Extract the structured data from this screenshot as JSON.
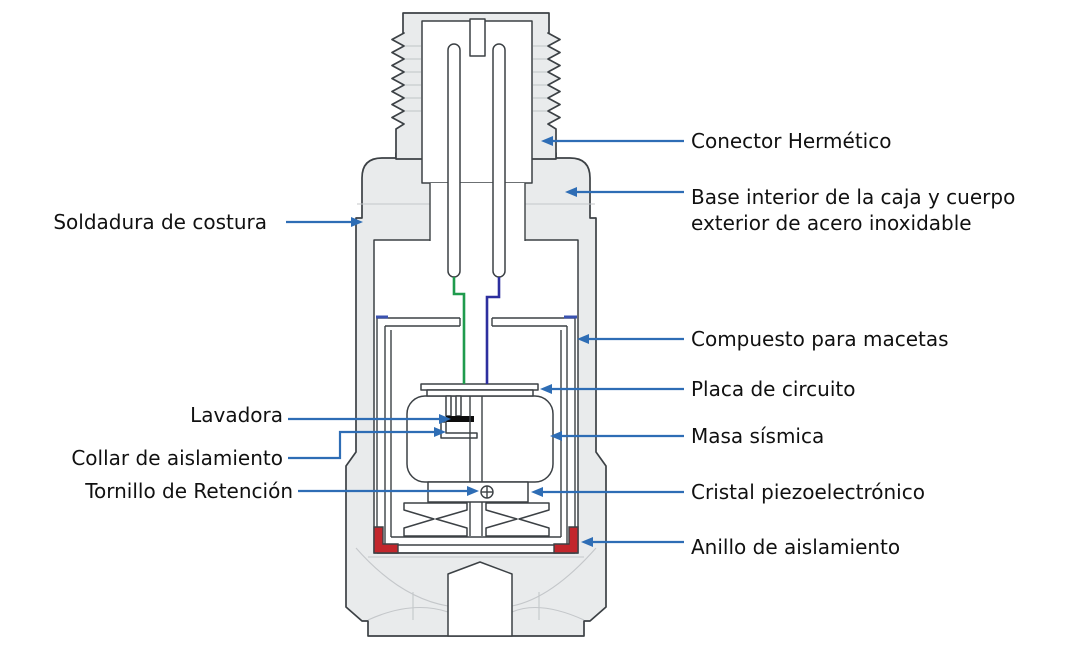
{
  "diagram": {
    "subject": "accelerometer-cross-section",
    "background": "#ffffff"
  },
  "labels": {
    "right": [
      {
        "id": "conector-hermetico",
        "text": "Conector Hermético"
      },
      {
        "id": "base-interior",
        "text": "Base interior de la caja y cuerpo exterior de acero inoxidable"
      },
      {
        "id": "compuesto-para-macetas",
        "text": "Compuesto para macetas"
      },
      {
        "id": "placa-de-circuito",
        "text": "Placa de circuito"
      },
      {
        "id": "masa-sismica",
        "text": "Masa sísmica"
      },
      {
        "id": "cristal-piezoelectronico",
        "text": "Cristal piezoelectrónico"
      },
      {
        "id": "anillo-de-aislamiento",
        "text": "Anillo de aislamiento"
      }
    ],
    "left": [
      {
        "id": "soldadura-de-costura",
        "text": "Soldadura de costura"
      },
      {
        "id": "lavadora",
        "text": "Lavadora"
      },
      {
        "id": "collar-de-aislamiento",
        "text": "Collar de aislamiento"
      },
      {
        "id": "tornillo-de-retencion",
        "text": "Tornillo de Retención"
      }
    ]
  },
  "colors": {
    "arrow": "#2e6db5",
    "case_fill": "#e9ebec",
    "outline": "#3c4145",
    "wire_green": "#1f9b4d",
    "wire_blue": "#2d2f9e",
    "insulation_ring": "#c2262c",
    "solder_tick": "#3a52b0",
    "label_color": "#111111"
  }
}
